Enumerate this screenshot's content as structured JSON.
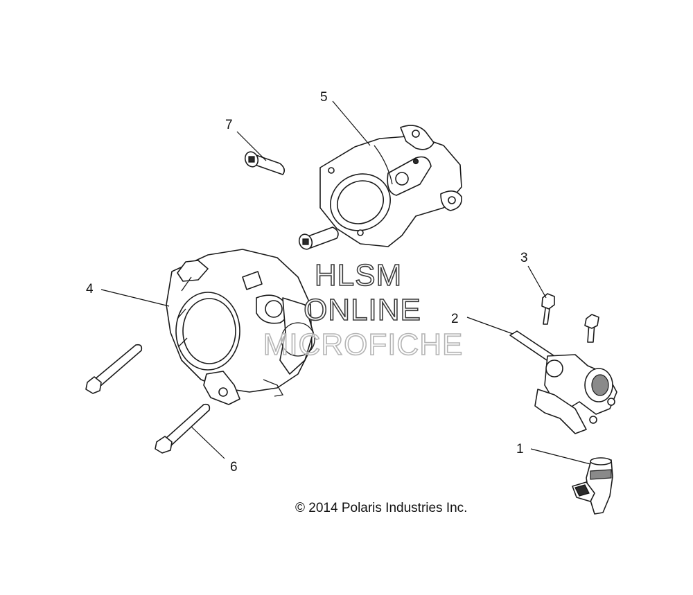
{
  "callouts": [
    {
      "id": "1",
      "label": "1"
    },
    {
      "id": "2",
      "label": "2"
    },
    {
      "id": "3",
      "label": "3"
    },
    {
      "id": "4",
      "label": "4"
    },
    {
      "id": "5",
      "label": "5"
    },
    {
      "id": "6",
      "label": "6"
    },
    {
      "id": "7",
      "label": "7"
    }
  ],
  "watermark": {
    "line1": "HLSM",
    "line2": "ONLINE",
    "line3": "MICROFICHE"
  },
  "copyright": "© 2014 Polaris Industries Inc."
}
